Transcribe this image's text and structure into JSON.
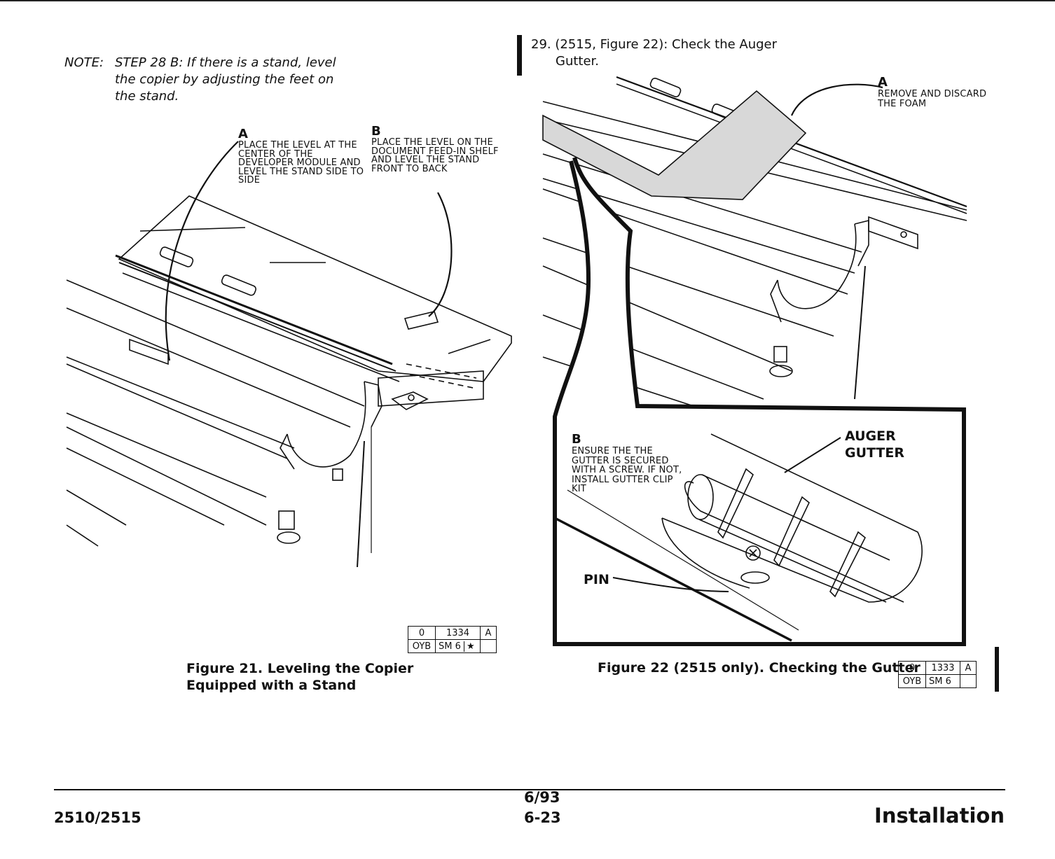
{
  "note": {
    "label": "NOTE:",
    "text": "STEP 28 B:  If there is a stand, level the copier by adjusting the feet on the stand."
  },
  "step29": {
    "number": "29.",
    "line1": "(2515, Figure 22):  Check  the Auger",
    "line2": "Gutter."
  },
  "figure21": {
    "callout_a_letter": "A",
    "callout_a_text": "PLACE THE LEVEL AT THE CENTER OF THE DEVELOPER MODULE AND LEVEL THE STAND SIDE TO SIDE",
    "callout_b_letter": "B",
    "callout_b_text": "PLACE THE LEVEL ON THE DOCUMENT FEED-IN SHELF AND LEVEL THE STAND FRONT TO BACK",
    "code_box": [
      "0",
      "1334",
      "A",
      "OYB",
      "SM 6",
      "★",
      ""
    ],
    "caption_line1": "Figure 21.  Leveling the Copier",
    "caption_line2": "Equipped with a Stand"
  },
  "figure22": {
    "callout_a_letter": "A",
    "callout_a_text": "REMOVE AND DISCARD THE FOAM",
    "callout_b_letter": "B",
    "callout_b_text": "ENSURE THE THE GUTTER IS SECURED WITH A SCREW. IF NOT, INSTALL GUTTER CLIP KIT",
    "auger_label_line1": "AUGER",
    "auger_label_line2": "GUTTER",
    "pin_label": "PIN",
    "code_box": [
      "0",
      "1333",
      "A",
      "OYB",
      "SM 6",
      "",
      ""
    ],
    "caption": "Figure 22 (2515 only). Checking the  Gutter"
  },
  "footer": {
    "model": "2510/2515",
    "date": "6/93",
    "page": "6-23",
    "section": "Installation"
  }
}
